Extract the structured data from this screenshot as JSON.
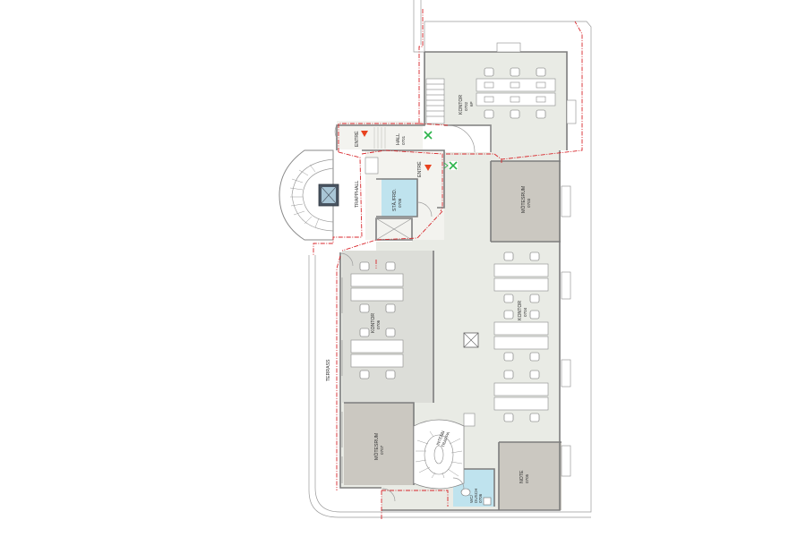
{
  "plan": {
    "rooms": {
      "kontor_0702": {
        "name": "KONTOR",
        "number": "0702",
        "capacity": "6P"
      },
      "hall_0701": {
        "name": "HALL",
        "number": "0701"
      },
      "entre_top": {
        "name": "ENTRÉ"
      },
      "entre_mid": {
        "name": "ENTRÉ"
      },
      "trapphall": {
        "name": "TRAPPHALL"
      },
      "stad_0708": {
        "name": "STÄ./FRD.",
        "number": "0708"
      },
      "motesrum_0703": {
        "name": "MÖTESRUM",
        "number": "0703"
      },
      "kontor_0704": {
        "name": "KONTOR",
        "number": "0704"
      },
      "kontor_0706": {
        "name": "KONTOR",
        "number": "0706"
      },
      "motesrum_0707": {
        "name": "MÖTESRUM",
        "number": "0707"
      },
      "note_0705": {
        "name": "NOTE",
        "number": "0705"
      },
      "wc_0706": {
        "name": "WC/",
        "sub": "DUSCH",
        "number": "0706"
      },
      "intern_trappa": {
        "name": "INTERN",
        "sub": "TRAPPA"
      },
      "terrass": {
        "name": "TERRASS"
      }
    },
    "colors": {
      "floor": "#e9ebe5",
      "meeting": "#cbc8c1",
      "service": "#bfe3ee",
      "route": "#d8262b",
      "exit_sign": "#2bb34a",
      "fire_marker": "#e8421f"
    },
    "icons": [
      "fire-extinguisher-icon",
      "emergency-exit-icon",
      "elevator-icon",
      "spiral-stair-icon"
    ]
  }
}
